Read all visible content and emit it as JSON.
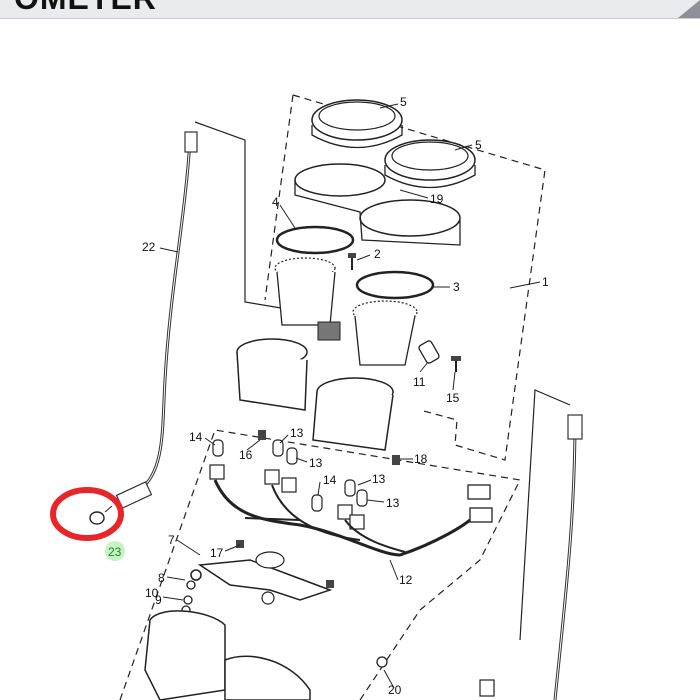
{
  "header": {
    "title": "OMETER"
  },
  "diagram": {
    "callouts": [
      "1",
      "2",
      "3",
      "4",
      "5",
      "5",
      "19",
      "11",
      "15",
      "22",
      "14",
      "16",
      "13",
      "13",
      "18",
      "14",
      "13",
      "13",
      "12",
      "17",
      "7",
      "8",
      "9",
      "10",
      "20",
      "23"
    ],
    "highlight_color": "#e8262a",
    "highlight_label_color": "#1a8a1a"
  }
}
